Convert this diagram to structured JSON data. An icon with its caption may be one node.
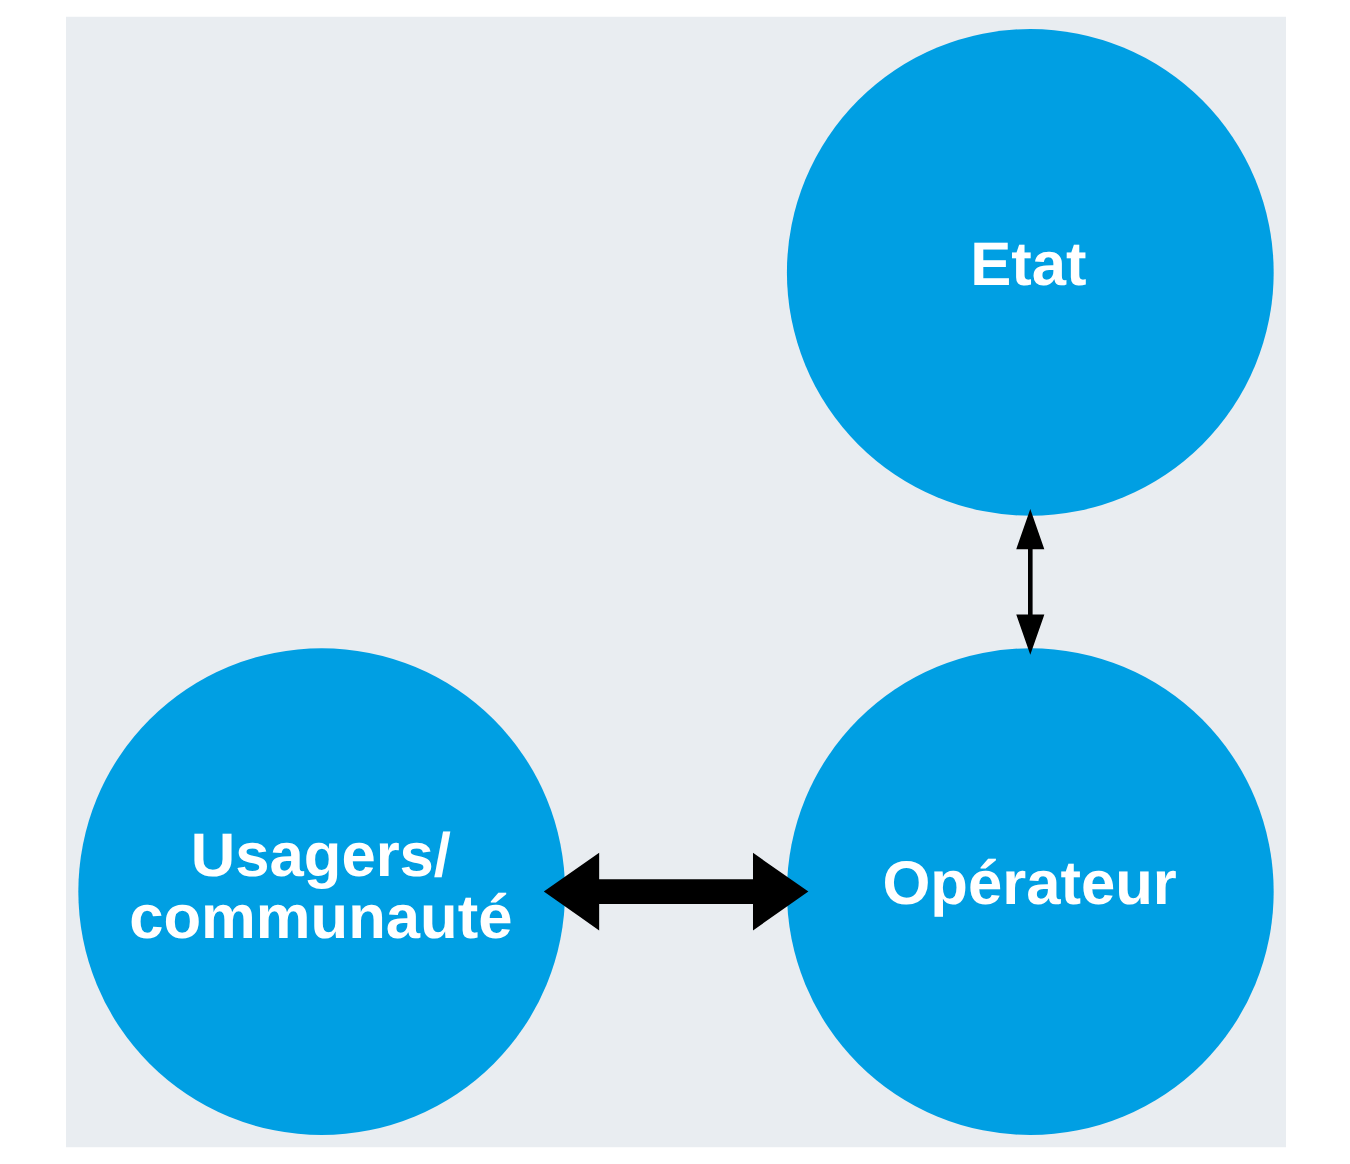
{
  "diagram": {
    "nodes": [
      {
        "text": [
          "Etat"
        ]
      },
      {
        "text": [
          "Usagers/ communauté"
        ]
      },
      {
        "text": [
          "Opérateur"
        ]
      }
    ],
    "edges": [
      {
        "from": 0,
        "to": 2,
        "arrow": "both"
      },
      {
        "from": 1,
        "to": 2,
        "arrow": "both",
        "style": "thick"
      }
    ]
  }
}
